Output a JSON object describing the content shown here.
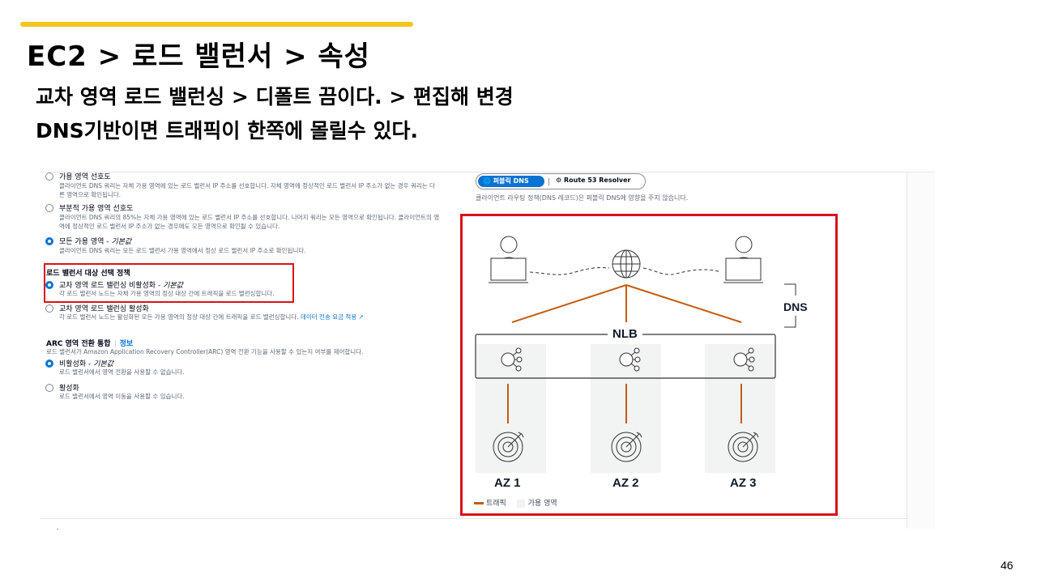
{
  "slide": {
    "title": "EC2 > 로드 밸런서 > 속성",
    "subtitle_line1": "교차 영역 로드 밸런싱 > 디폴트 끔이다.  > 편집해 변경",
    "subtitle_line2": "DNS기반이면 트래픽이 한쪽에 몰릴수 있다.",
    "page_number": "46",
    "accent_color": "#f5c518"
  },
  "dns_routing": {
    "options": [
      {
        "label": "가용 영역 선호도",
        "default_suffix": "",
        "checked": false,
        "description": "클라이언트 DNS 쿼리는 자체 가용 영역에 있는 로드 밸런서 IP 주소를 선호합니다. 자체 영역에 정상적인 로드 밸런서 IP 주소가 없는 경우 쿼리는 다른 영역으로 확인됩니다."
      },
      {
        "label": "부분적 가용 영역 선호도",
        "default_suffix": "",
        "checked": false,
        "description": "클라이언트 DNS 쿼리의 85%는 자체 가용 영역에 있는 로드 밸런서 IP 주소를 선호합니다. 나머지 쿼리는 모든 영역으로 확인됩니다. 클라이언트의 영역에 정상적인 로드 밸런서 IP 주소가 없는 경우에도 모든 영역으로 확인될 수 있습니다."
      },
      {
        "label": "모든 가용 영역 - ",
        "default_suffix": "기본값",
        "checked": true,
        "description": "클라이언트 DNS 쿼리는 모든 로드 밸런서 가용 영역에서 정상 로드 밸런서 IP 주소로 확인됩니다."
      }
    ]
  },
  "target_policy": {
    "title": "로드 밸런서 대상 선택 정책",
    "options": [
      {
        "label": "교차 영역 로드 밸런싱 비활성화 - ",
        "default_suffix": "기본값",
        "checked": true,
        "description": "각 로드 밸런서 노드는 자체 가용 영역의 정상 대상 간에 트래픽을 로드 밸런싱합니다."
      },
      {
        "label": "교차 영역 로드 밸런싱 활성화",
        "default_suffix": "",
        "checked": false,
        "description": "각 로드 밸런서 노드는 활성화된 모든 가용 영역의 정상 대상 간에 트래픽을 로드 밸런싱합니다.",
        "link": "데이터 전송 요금 적용"
      }
    ]
  },
  "arc": {
    "title": "ARC 영역 전환 통합",
    "info": "정보",
    "description": "로드 밸런서가 Amazon Application Recovery Controller(ARC) 영역 전환 기능을 사용할 수 있는지 여부를 제어합니다.",
    "options": [
      {
        "label": "비활성화 - ",
        "default_suffix": "기본값",
        "checked": true,
        "description": "로드 밸런서에서 영역 전환을 사용할 수 없습니다."
      },
      {
        "label": "활성화",
        "default_suffix": "",
        "checked": false,
        "description": "로드 밸런서에서 영역 이동을 사용할 수 있습니다."
      }
    ]
  },
  "diagram": {
    "segmented": {
      "active": "퍼블릭 DNS",
      "other": "Route 53 Resolver"
    },
    "description": "클라이언트 라우팅 정책(DNS 레코드)은 퍼블릭 DNS에 영향을 주지 않습니다.",
    "nlb_label": "NLB",
    "dns_label": "DNS",
    "zones": [
      "AZ 1",
      "AZ 2",
      "AZ 3"
    ],
    "legend": {
      "traffic": "트래픽",
      "zone": "가용 영역"
    },
    "traffic_color": "#c45d0e",
    "highlight_color": "#d9121b"
  }
}
